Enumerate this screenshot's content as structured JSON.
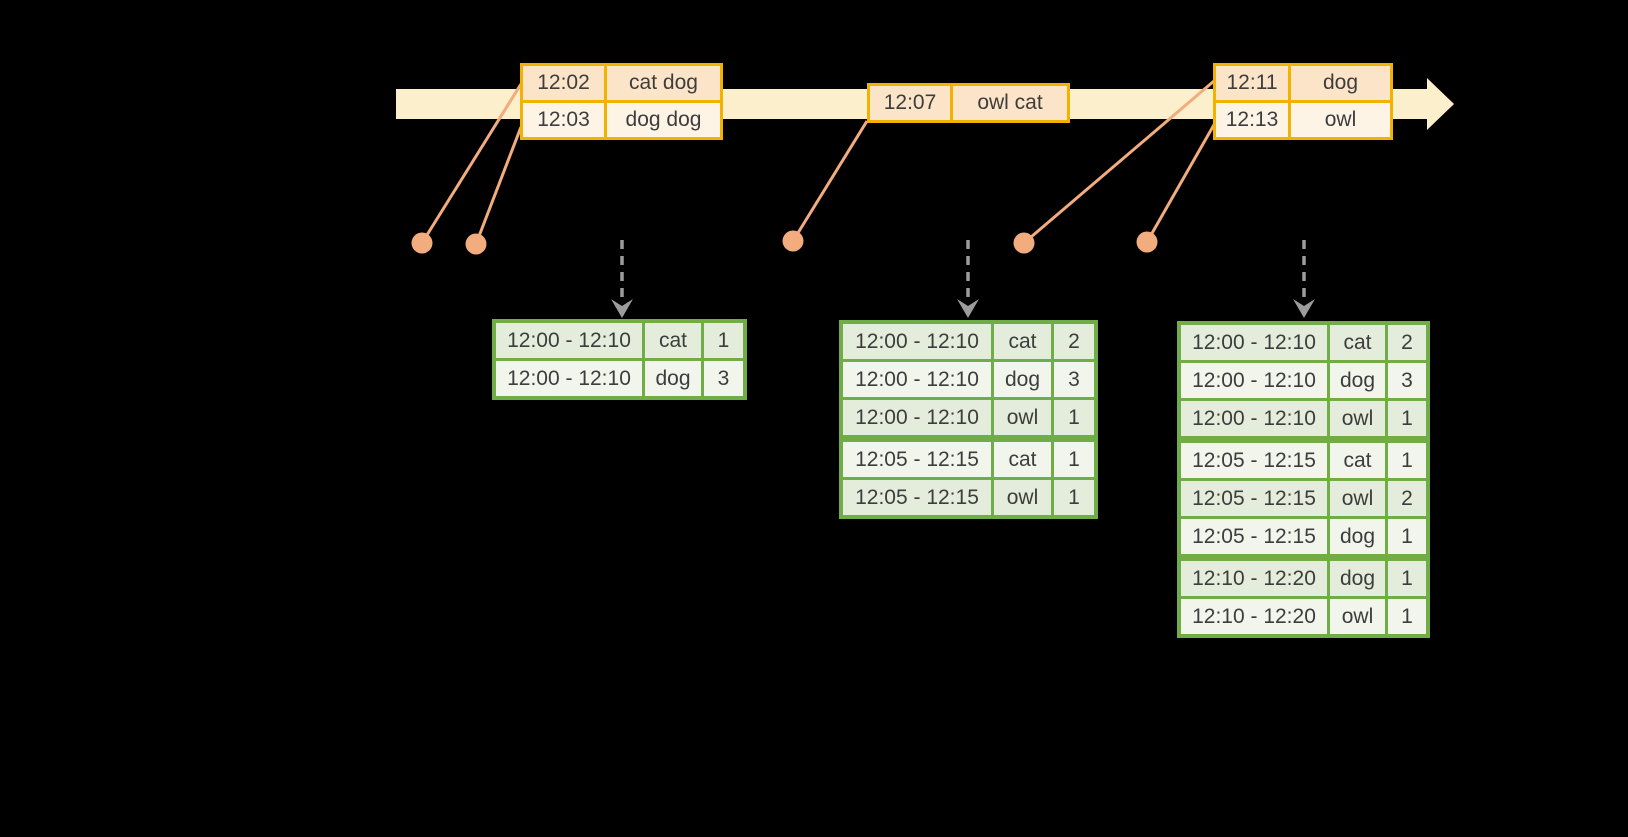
{
  "diagram": {
    "colors": {
      "background": "#000000",
      "timeline_fill": "#FBF0CB",
      "event_border": "#F1B300",
      "event_row_dark": "#FBE4C7",
      "event_row_light": "#FDF4E6",
      "marker": "#F2AC7D",
      "trigger_arrow": "#9C9C9C",
      "result_border": "#70AD47",
      "result_row_dark": "#E4ECDB",
      "result_row_light": "#F1F5EC",
      "text": "#3D3D3D"
    },
    "icons": {
      "timeline": "right-arrow-band",
      "event_marker": "dot-with-connector-line",
      "trigger": "dashed-down-arrow"
    }
  },
  "event_tables": [
    {
      "name": "event-table-1",
      "rows": [
        {
          "time": "12:02",
          "words": "cat dog"
        },
        {
          "time": "12:03",
          "words": "dog dog"
        }
      ]
    },
    {
      "name": "event-table-2",
      "rows": [
        {
          "time": "12:07",
          "words": "owl cat"
        }
      ]
    },
    {
      "name": "event-table-3",
      "rows": [
        {
          "time": "12:11",
          "words": "dog"
        },
        {
          "time": "12:13",
          "words": "owl"
        }
      ]
    }
  ],
  "result_tables": [
    {
      "name": "result-table-1",
      "rows": [
        {
          "window": "12:00 - 12:10",
          "word": "cat",
          "count": "1"
        },
        {
          "window": "12:00 - 12:10",
          "word": "dog",
          "count": "3"
        }
      ]
    },
    {
      "name": "result-table-2",
      "rows": [
        {
          "window": "12:00 - 12:10",
          "word": "cat",
          "count": "2"
        },
        {
          "window": "12:00 - 12:10",
          "word": "dog",
          "count": "3"
        },
        {
          "window": "12:00 - 12:10",
          "word": "owl",
          "count": "1"
        },
        {
          "window": "12:05 - 12:15",
          "word": "cat",
          "count": "1"
        },
        {
          "window": "12:05 - 12:15",
          "word": "owl",
          "count": "1"
        }
      ]
    },
    {
      "name": "result-table-3",
      "rows": [
        {
          "window": "12:00 - 12:10",
          "word": "cat",
          "count": "2"
        },
        {
          "window": "12:00 - 12:10",
          "word": "dog",
          "count": "3"
        },
        {
          "window": "12:00 - 12:10",
          "word": "owl",
          "count": "1"
        },
        {
          "window": "12:05 - 12:15",
          "word": "cat",
          "count": "1"
        },
        {
          "window": "12:05 - 12:15",
          "word": "owl",
          "count": "2"
        },
        {
          "window": "12:05 - 12:15",
          "word": "dog",
          "count": "1"
        },
        {
          "window": "12:10 - 12:20",
          "word": "dog",
          "count": "1"
        },
        {
          "window": "12:10 - 12:20",
          "word": "owl",
          "count": "1"
        }
      ]
    }
  ]
}
